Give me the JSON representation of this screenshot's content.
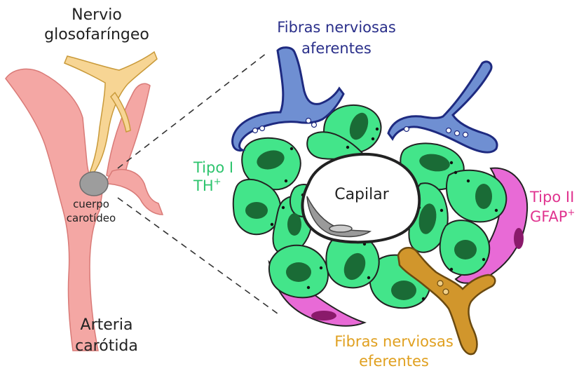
{
  "labels": {
    "nerve_line1": "Nervio",
    "nerve_line2": "glosofaríngeo",
    "body_line1": "cuerpo",
    "body_line2": "carotídeo",
    "artery_line1": "Arteria",
    "artery_line2": "carótida",
    "afferent_line1": "Fibras nerviosas",
    "afferent_line2": "aferentes",
    "efferent_line1": "Fibras nerviosas",
    "efferent_line2": "eferentes",
    "type1_line1": "Tipo I",
    "type1_line2": "TH",
    "type1_sup": "+",
    "type2_line1": "Tipo II",
    "type2_line2": "GFAP",
    "type2_sup": "+",
    "capillary": "Capilar"
  },
  "colors": {
    "artery_fill": "#f4a7a4",
    "artery_stroke": "#d97a77",
    "nerve_fill": "#f7d594",
    "nerve_stroke": "#c99a3a",
    "carotid_body": "#9d9d9d",
    "type1_cell": "#43e58a",
    "type1_nucleus": "#1a6b36",
    "type2_cell": "#e86ad6",
    "type2_nucleus": "#8a1a6b",
    "afferent_fill": "#6f8fd2",
    "afferent_stroke": "#1e2a80",
    "efferent_fill": "#d1962c",
    "efferent_stroke": "#6b4a10",
    "type1_text": "#2ec46e",
    "type2_text": "#e0338f",
    "afferent_text": "#2a2f8a",
    "efferent_text": "#e0a020",
    "dark_text": "#222222"
  }
}
